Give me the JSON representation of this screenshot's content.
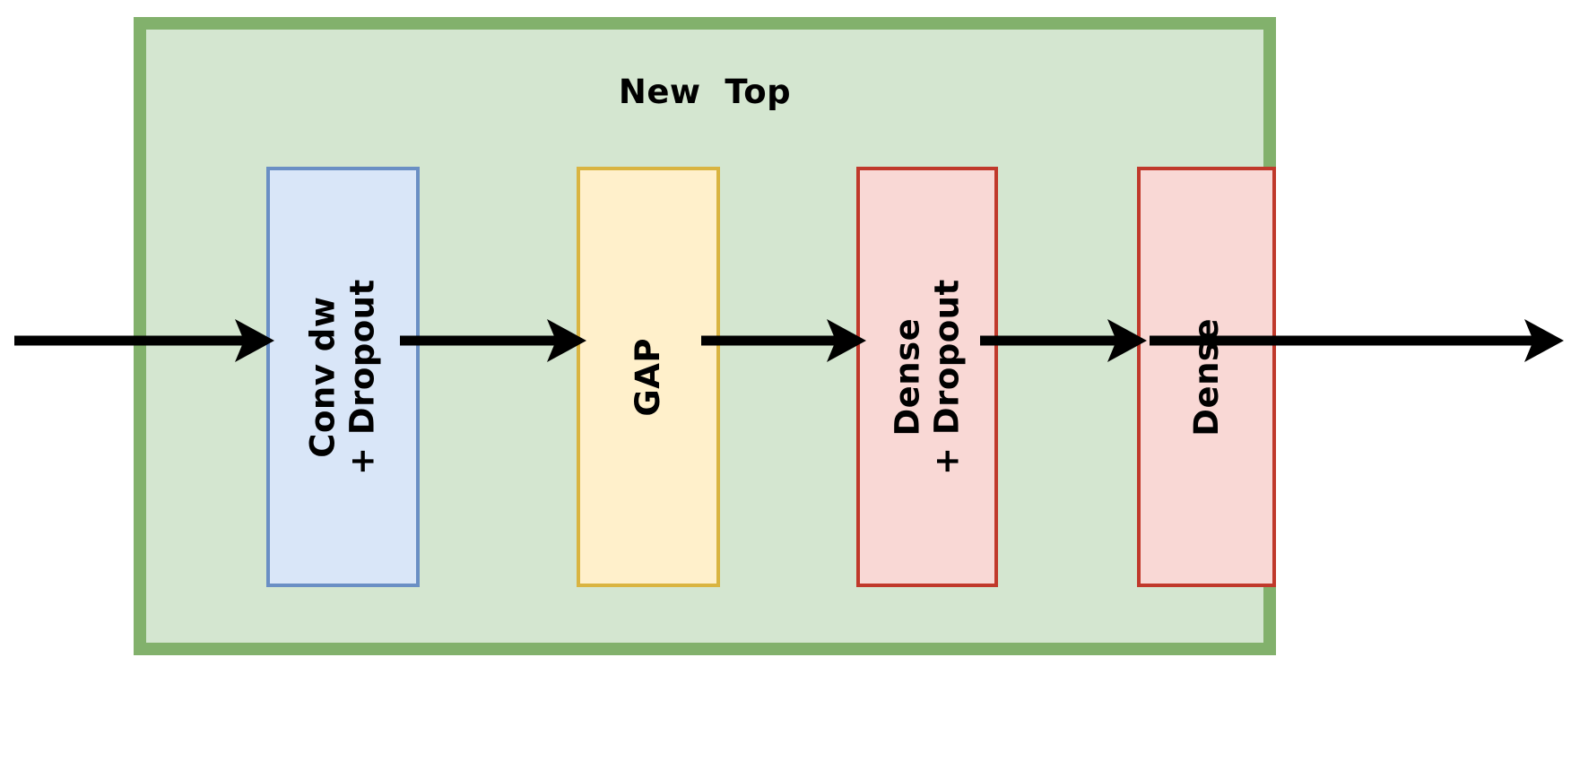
{
  "diagram": {
    "title": "Neural network head architecture block diagram",
    "container": {
      "name": "New Top",
      "label": "New  Top",
      "fill_color": "#d4e6d0",
      "border_color": "#82b16c"
    },
    "blocks": [
      {
        "id": "conv-dw-dropout",
        "label": "Conv dw\n+ Dropout",
        "fill_color": "#d9e6f8",
        "border_color": "#6a8fc4"
      },
      {
        "id": "gap",
        "label": "GAP",
        "fill_color": "#fff0cb",
        "border_color": "#d9b441"
      },
      {
        "id": "dense-dropout",
        "label": "Dense\n+ Dropout",
        "fill_color": "#f9d8d5",
        "border_color": "#c0392b"
      },
      {
        "id": "dense",
        "label": "Dense",
        "fill_color": "#f9d8d5",
        "border_color": "#c0392b"
      }
    ],
    "arrows": [
      {
        "id": "input",
        "icon": "arrow-right-icon",
        "from": "input",
        "to": "conv-dw-dropout"
      },
      {
        "id": "conv-to-gap",
        "icon": "arrow-right-icon",
        "from": "conv-dw-dropout",
        "to": "gap"
      },
      {
        "id": "gap-to-dense1",
        "icon": "arrow-right-icon",
        "from": "gap",
        "to": "dense-dropout"
      },
      {
        "id": "dense1-to-dense2",
        "icon": "arrow-right-icon",
        "from": "dense-dropout",
        "to": "dense"
      },
      {
        "id": "output",
        "icon": "arrow-right-icon",
        "from": "dense",
        "to": "output"
      }
    ],
    "arrow_color": "#000000"
  }
}
